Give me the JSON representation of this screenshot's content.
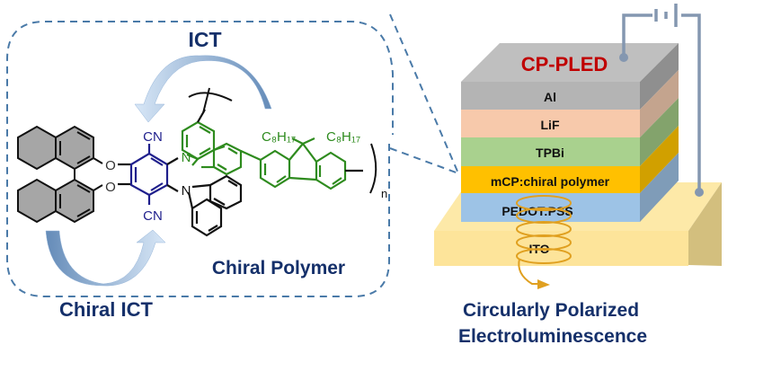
{
  "left_panel": {
    "ict_label": "ICT",
    "chiral_ict_label": "Chiral ICT",
    "chiral_polymer_label": "Chiral Polymer",
    "atoms": {
      "cn_top": "CN",
      "cn_bottom": "CN",
      "o_top": "O",
      "o_bottom": "O",
      "n_green": "N",
      "n_black": "N",
      "c8h17_left": "C₈H₁₇",
      "c8h17_right": "C₈H₁₇",
      "repeat_n": "n"
    },
    "colors": {
      "acceptor": "#1f1f8c",
      "donor_polymer": "#2e8b1e",
      "binaphthyl_fill": "#a6a6a6",
      "dashed_border": "#4a7aa8",
      "arrow": "#7ea6d1",
      "label": "#15306a"
    }
  },
  "device": {
    "title": "CP-PLED",
    "layers": [
      {
        "label": "Al",
        "color": "#b4b4b4"
      },
      {
        "label": "LiF",
        "color": "#f7c9ab"
      },
      {
        "label": "TPBi",
        "color": "#a9d18e"
      },
      {
        "label": "mCP:chiral polymer",
        "color": "#ffc000"
      },
      {
        "label": "PEDOT:PSS",
        "color": "#9dc3e6"
      }
    ],
    "substrate_label": "ITO",
    "colors": {
      "title": "#c00000",
      "top_face": "#bfbfbf",
      "substrate": "#fde49a",
      "wire": "#8497b0",
      "helix": "#e0a020"
    }
  },
  "caption": {
    "line1": "Circularly Polarized",
    "line2": "Electroluminescence"
  }
}
